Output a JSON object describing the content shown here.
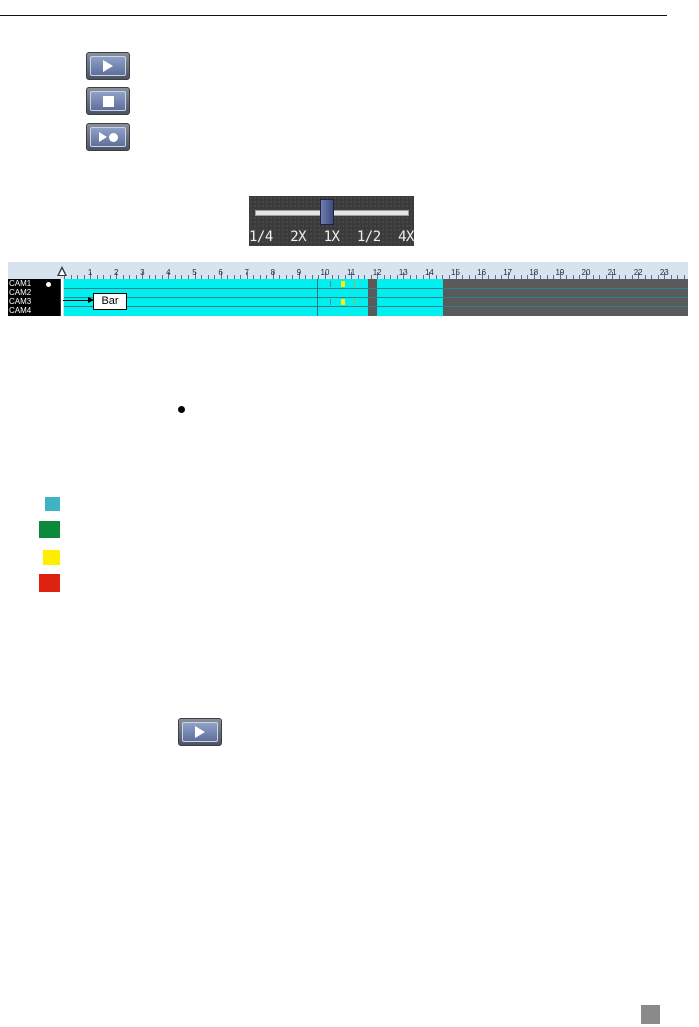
{
  "buttons": [
    {
      "icon": "play-icon"
    },
    {
      "icon": "stop-icon"
    },
    {
      "icon": "play-record-icon"
    }
  ],
  "speed_slider": {
    "labels": [
      "1/4",
      "2X",
      "1X",
      "1/2",
      "4X"
    ],
    "selected": "1X"
  },
  "timeline": {
    "hours": [
      "1",
      "2",
      "3",
      "4",
      "5",
      "6",
      "7",
      "8",
      "9",
      "10",
      "11",
      "12",
      "13",
      "14",
      "15",
      "16",
      "17",
      "18",
      "19",
      "20",
      "21",
      "22",
      "23"
    ],
    "cameras": [
      "CAM1",
      "CAM2",
      "CAM3",
      "CAM4"
    ],
    "bar_label": "Bar"
  },
  "legend_colors": [
    "#3fb3c4",
    "#0a8a3a",
    "#ffee00",
    "#dd2211"
  ],
  "play_button2": {
    "icon": "play-icon"
  }
}
